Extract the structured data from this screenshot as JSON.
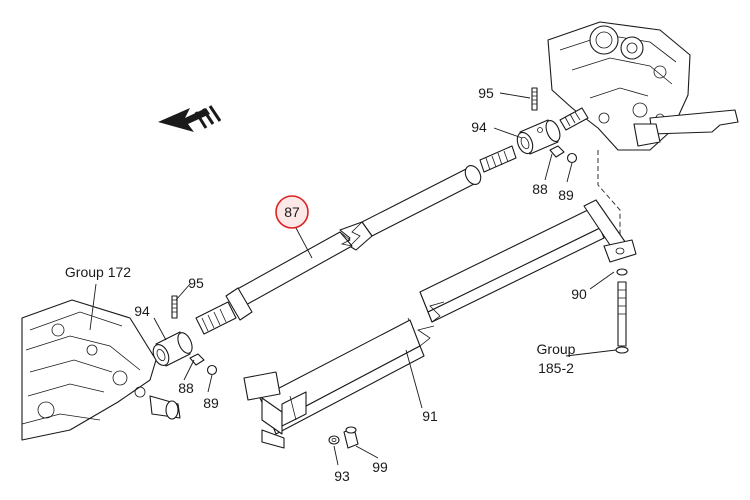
{
  "labels": {
    "p87": "87",
    "p95_top": "95",
    "p94_top": "94",
    "p88_top": "88",
    "p89_top": "89",
    "group172": "Group 172",
    "p95_left": "95",
    "p94_left": "94",
    "p88_left": "88",
    "p89_left": "89",
    "p90": "90",
    "group185_line1": "Group",
    "group185_line2": "185-2",
    "p91": "91",
    "p93": "93",
    "p99": "99"
  },
  "colors": {
    "highlight_ring": "#e02020",
    "highlight_fill": "#fde8e8",
    "line": "#1a1a1a"
  },
  "icons": {
    "direction": "front-direction-arrow-icon"
  }
}
